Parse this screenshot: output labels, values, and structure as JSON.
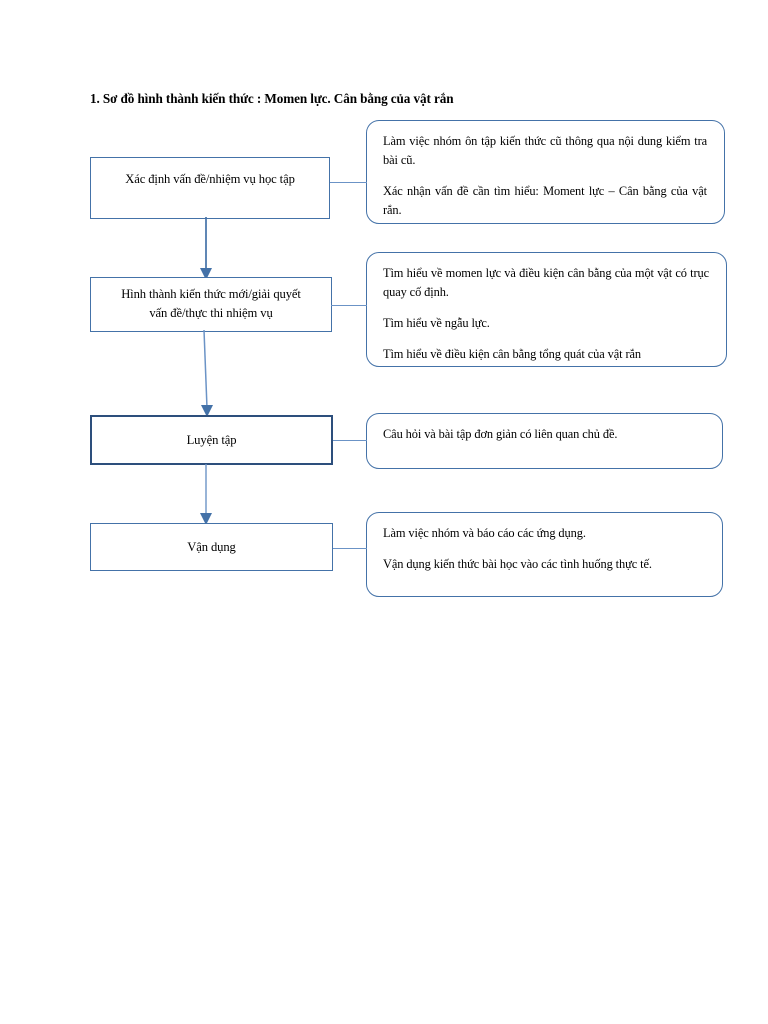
{
  "title": "1. Sơ đồ hình thành kiến thức : Momen lực. Cân bằng của vật rắn",
  "colors": {
    "box_border": "#4472a8",
    "box_border_thick": "#2d4f7c",
    "connector": "#6b93c6",
    "arrow": "#4472a8",
    "text": "#000000",
    "background": "#ffffff"
  },
  "stages": [
    {
      "id": "xac-dinh-van-de",
      "label": "Xác định vấn đề/nhiệm vụ học tập",
      "emphasis": "normal"
    },
    {
      "id": "hinh-thanh-kien-thuc",
      "label": "Hình thành kiến thức mới/giải quyết vấn đề/thực thi nhiệm vụ",
      "line1": "Hình thành kiến thức mới/giải quyết",
      "line2": "vấn đề/thực thi nhiệm vụ",
      "emphasis": "normal"
    },
    {
      "id": "luyen-tap",
      "label": "Luyện tập",
      "emphasis": "thick"
    },
    {
      "id": "van-dung",
      "label": "Vận dụng",
      "emphasis": "normal"
    }
  ],
  "details": [
    {
      "id": "detail-xac-dinh-van-de",
      "paragraphs": [
        "Làm việc nhóm ôn tập kiến thức cũ thông qua nội dung kiểm tra bài cũ.",
        "Xác nhận vấn đề cần tìm hiểu: Moment lực – Cân bằng của vật rắn."
      ]
    },
    {
      "id": "detail-hinh-thanh-kien-thuc",
      "paragraphs": [
        "Tìm hiểu về momen lực và điều kiện cân bằng của một vật có trục quay cố định.",
        "Tìm hiểu về ngẫu lực.",
        "Tìm hiểu về điều kiện cân bằng tổng quát của vật rắn"
      ]
    },
    {
      "id": "detail-luyen-tap",
      "paragraphs": [
        "Câu hỏi và bài tập đơn giản có liên quan chủ đề."
      ]
    },
    {
      "id": "detail-van-dung",
      "paragraphs": [
        "Làm việc nhóm và báo cáo các ứng dụng.",
        "Vận dụng kiến thức bài học vào các tình huống thực tế."
      ]
    }
  ],
  "connectors": {
    "vertical_arrows": 3,
    "horizontal_links": 4
  }
}
